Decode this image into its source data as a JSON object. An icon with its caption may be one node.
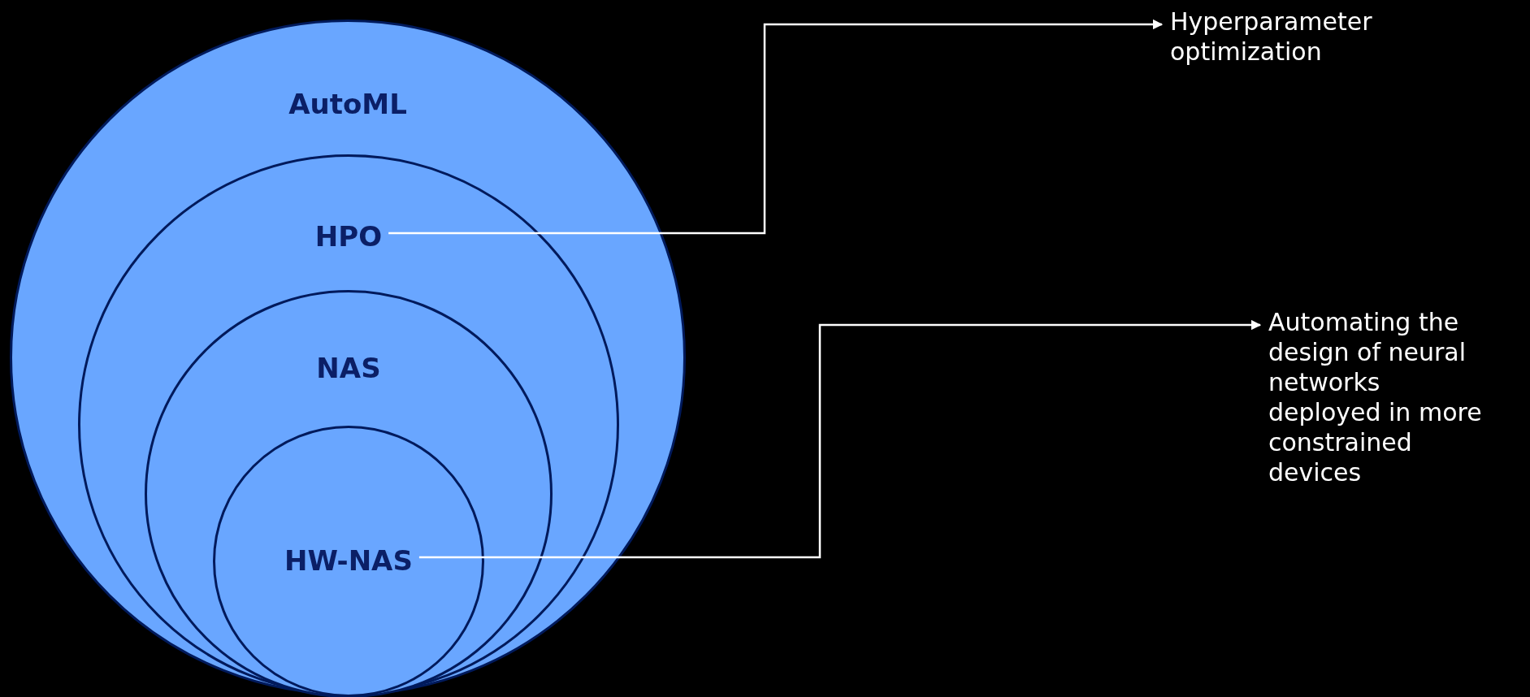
{
  "diagram": {
    "nodes": [
      {
        "text": [
          "AutoML"
        ]
      },
      {
        "text": [
          "HPO"
        ],
        "in": 0
      },
      {
        "text": [
          "NAS"
        ],
        "in": 1
      },
      {
        "text": [
          "HW-NAS"
        ],
        "in": 2
      },
      {
        "text": [
          "Hyperparameter optimization"
        ]
      },
      {
        "text": [
          "Automating the design of neural networks deployed in more constrained devices"
        ]
      }
    ],
    "edges": [
      {
        "from": 1,
        "to": 4,
        "arrow": "to"
      },
      {
        "from": 3,
        "to": 5,
        "arrow": "to"
      }
    ]
  }
}
